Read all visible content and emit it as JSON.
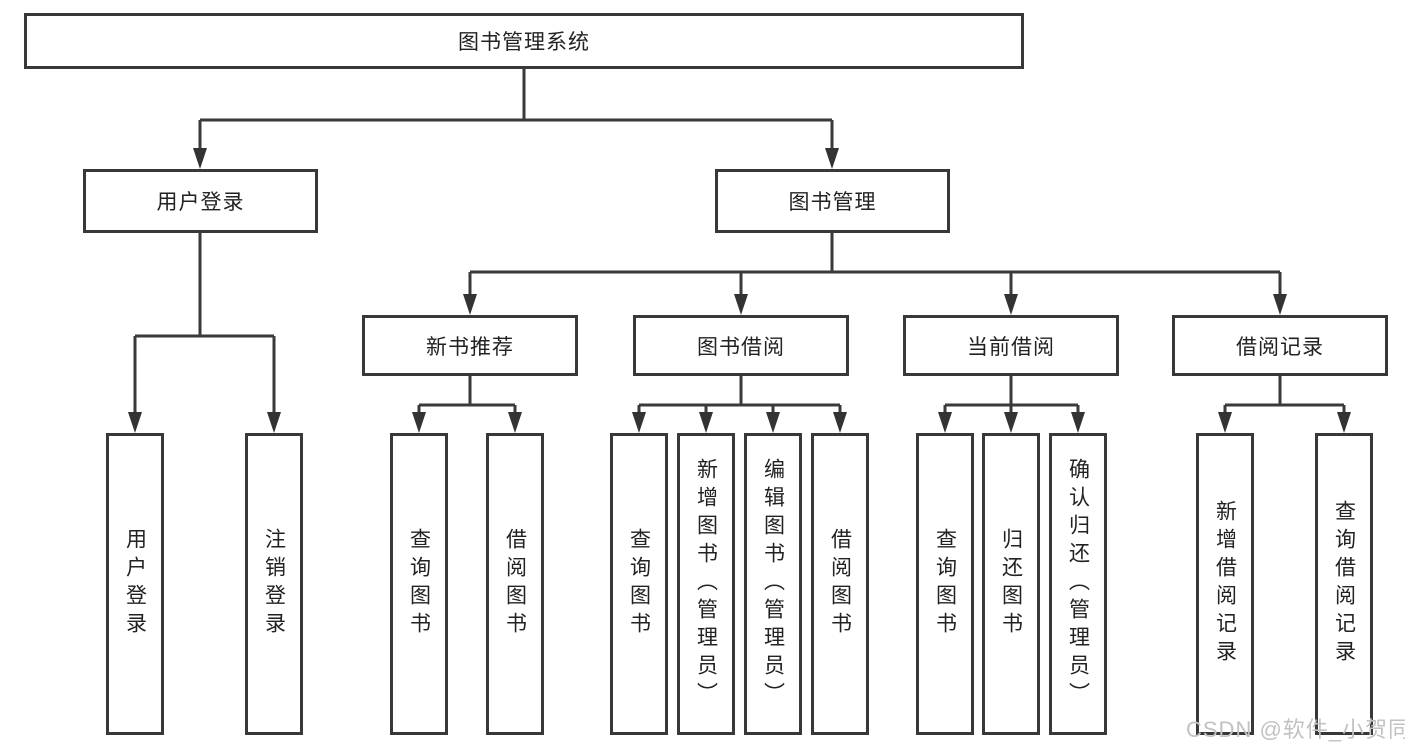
{
  "colors": {
    "background": "#ffffff",
    "line": "#3a3a3a",
    "box_border": "#383838",
    "text": "#222222",
    "watermark": "#c2c2c2"
  },
  "tree": {
    "root": {
      "label": "图书管理系统"
    },
    "branches": [
      {
        "label": "用户登录"
      },
      {
        "label": "图书管理"
      }
    ],
    "modules": [
      {
        "label": "新书推荐",
        "parent": "图书管理"
      },
      {
        "label": "图书借阅",
        "parent": "图书管理"
      },
      {
        "label": "当前借阅",
        "parent": "图书管理"
      },
      {
        "label": "借阅记录",
        "parent": "图书管理"
      }
    ],
    "leaves": [
      {
        "label": "用户登录",
        "parent": "用户登录"
      },
      {
        "label": "注销登录",
        "parent": "用户登录"
      },
      {
        "label": "查询图书",
        "parent": "新书推荐"
      },
      {
        "label": "借阅图书",
        "parent": "新书推荐"
      },
      {
        "label": "查询图书",
        "parent": "图书借阅"
      },
      {
        "label": "新增图书（管理员）",
        "parent": "图书借阅"
      },
      {
        "label": "编辑图书（管理员）",
        "parent": "图书借阅"
      },
      {
        "label": "借阅图书",
        "parent": "图书借阅"
      },
      {
        "label": "查询图书",
        "parent": "当前借阅"
      },
      {
        "label": "归还图书",
        "parent": "当前借阅"
      },
      {
        "label": "确认归还（管理员）",
        "parent": "当前借阅"
      },
      {
        "label": "新增借阅记录",
        "parent": "借阅记录"
      },
      {
        "label": "查询借阅记录",
        "parent": "借阅记录"
      }
    ]
  },
  "watermark": {
    "text": "CSDN @软件_小贺同学"
  }
}
